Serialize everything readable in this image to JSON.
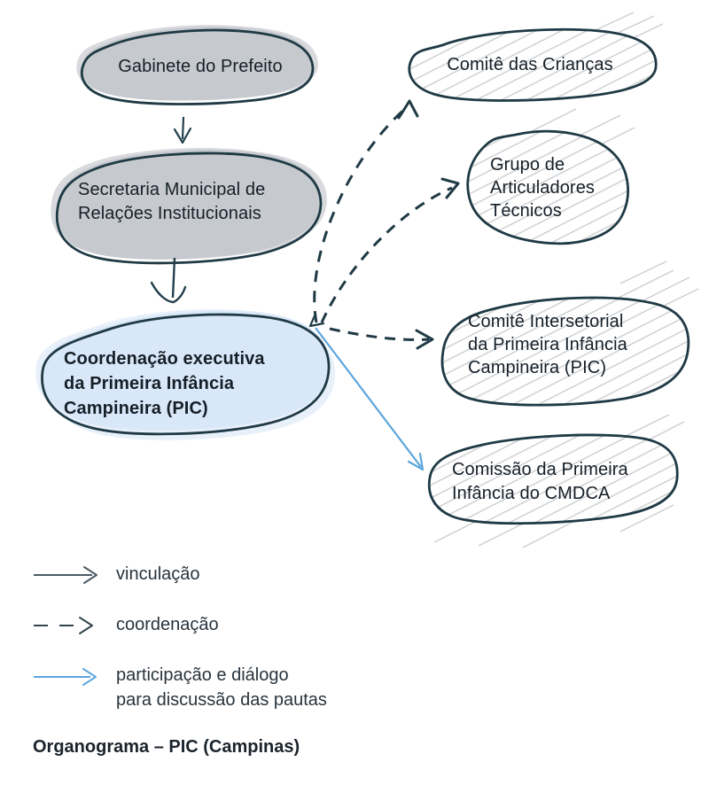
{
  "title": "Organograma – PIC (Campinas)",
  "nodes": {
    "gabinete": {
      "lines": [
        "Gabinete do Prefeito"
      ],
      "fill_style": "gray"
    },
    "secretaria": {
      "lines": [
        "Secretaria Municipal de",
        "Relações Institucionais"
      ],
      "fill_style": "gray"
    },
    "coordenacao": {
      "lines": [
        "Coordenação executiva",
        "da Primeira Infância",
        "Campineira (PIC)"
      ],
      "fill_style": "blue"
    },
    "comite_criancas": {
      "lines": [
        "Comitê das Crianças"
      ],
      "fill_style": "hatched"
    },
    "grupo_articuladores": {
      "lines": [
        "Grupo de",
        "Articuladores",
        "Técnicos"
      ],
      "fill_style": "hatched"
    },
    "comite_intersetorial": {
      "lines": [
        "Comitê Intersetorial",
        "da Primeira Infância",
        "Campineira (PIC)"
      ],
      "fill_style": "hatched"
    },
    "comissao_cmdca": {
      "lines": [
        "Comissão da Primeira",
        "Infância do CMDCA"
      ],
      "fill_style": "hatched"
    }
  },
  "legend": {
    "vinculacao": {
      "label": "vinculação",
      "style": "solid-dark"
    },
    "coordenacao": {
      "label": "coordenação",
      "style": "dashed-dark"
    },
    "participacao": {
      "lines": [
        "participação e diálogo",
        "para discussão das pautas"
      ],
      "style": "solid-blue"
    }
  },
  "colors": {
    "outline": "#1f3a45",
    "gray_fill": "#c6c9ce",
    "gray_halo": "#d8dade",
    "blue_fill": "#d9e8f8",
    "blue_halo": "#e8f0fa",
    "hatch": "#c7c9cb",
    "link_blue": "#5ca6dc",
    "arrow_dark": "#24404c"
  }
}
